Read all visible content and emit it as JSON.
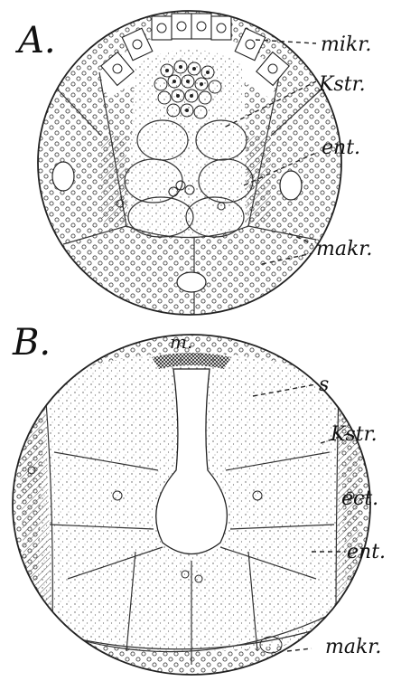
{
  "figure": {
    "panel_a": {
      "letter": "A.",
      "labels": {
        "mikr": "mikr.",
        "kstr": "Kstr.",
        "ent": "ent.",
        "makr": "makr."
      }
    },
    "panel_b": {
      "letter": "B.",
      "labels": {
        "m": "m.",
        "s": "s",
        "kstr": "Kstr.",
        "ect": "ect.",
        "ent": "ent.",
        "makr": "makr."
      }
    }
  }
}
